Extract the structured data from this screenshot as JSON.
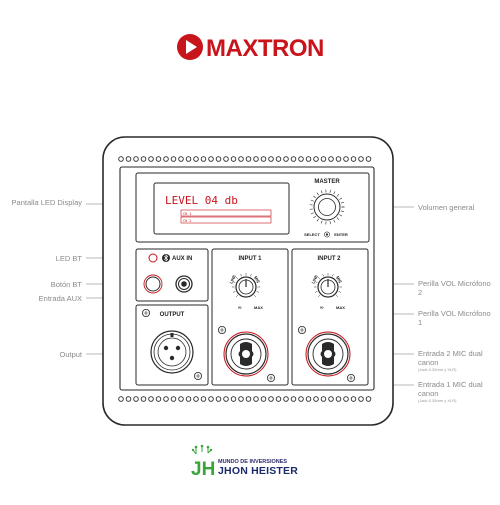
{
  "brand": {
    "name": "MAXTRON",
    "accent_color": "#c8141b"
  },
  "panel": {
    "master_title": "MASTER",
    "display_text": "LEVEL 04 db",
    "lcd_bar_1": "CH 1",
    "lcd_bar_2": "CH 2",
    "select_label": "SELECT",
    "enter_label": "ENTER",
    "aux_in_title": "AUX IN",
    "input1_title": "INPUT 1",
    "input2_title": "INPUT 2",
    "output_title": "OUTPUT",
    "knob_line": "LINE",
    "knob_mic": "MIC",
    "knob_inf": "∞",
    "knob_max": "MAX"
  },
  "callouts_left": [
    {
      "text": "Pantalla LED Display"
    },
    {
      "text": "LED BT"
    },
    {
      "text": "Botón BT"
    },
    {
      "text": "Entrada AUX"
    },
    {
      "text": "Output"
    }
  ],
  "callouts_right": [
    {
      "text": "Volumen general"
    },
    {
      "text": "Perilla VOL Micrófono 2"
    },
    {
      "text": "Perilla VOL Micrófono 1"
    },
    {
      "text": "Entrada 2 MIC dual canon",
      "note": "(Jack 6.35mm y XLR)"
    },
    {
      "text": "Entrada 1 MIC dual canon",
      "note": "(Jack 6.35mm y XLR)"
    }
  ],
  "footer": {
    "line1": "MUNDO DE INVERSIONES",
    "line2": "JHON HEISTER",
    "monogram": "JH"
  },
  "icons": [
    "play-logo-icon",
    "bluetooth-icon",
    "xlr-connector-icon",
    "combo-jack-icon",
    "knob-icon",
    "screw-icon",
    "circuit-icon"
  ]
}
